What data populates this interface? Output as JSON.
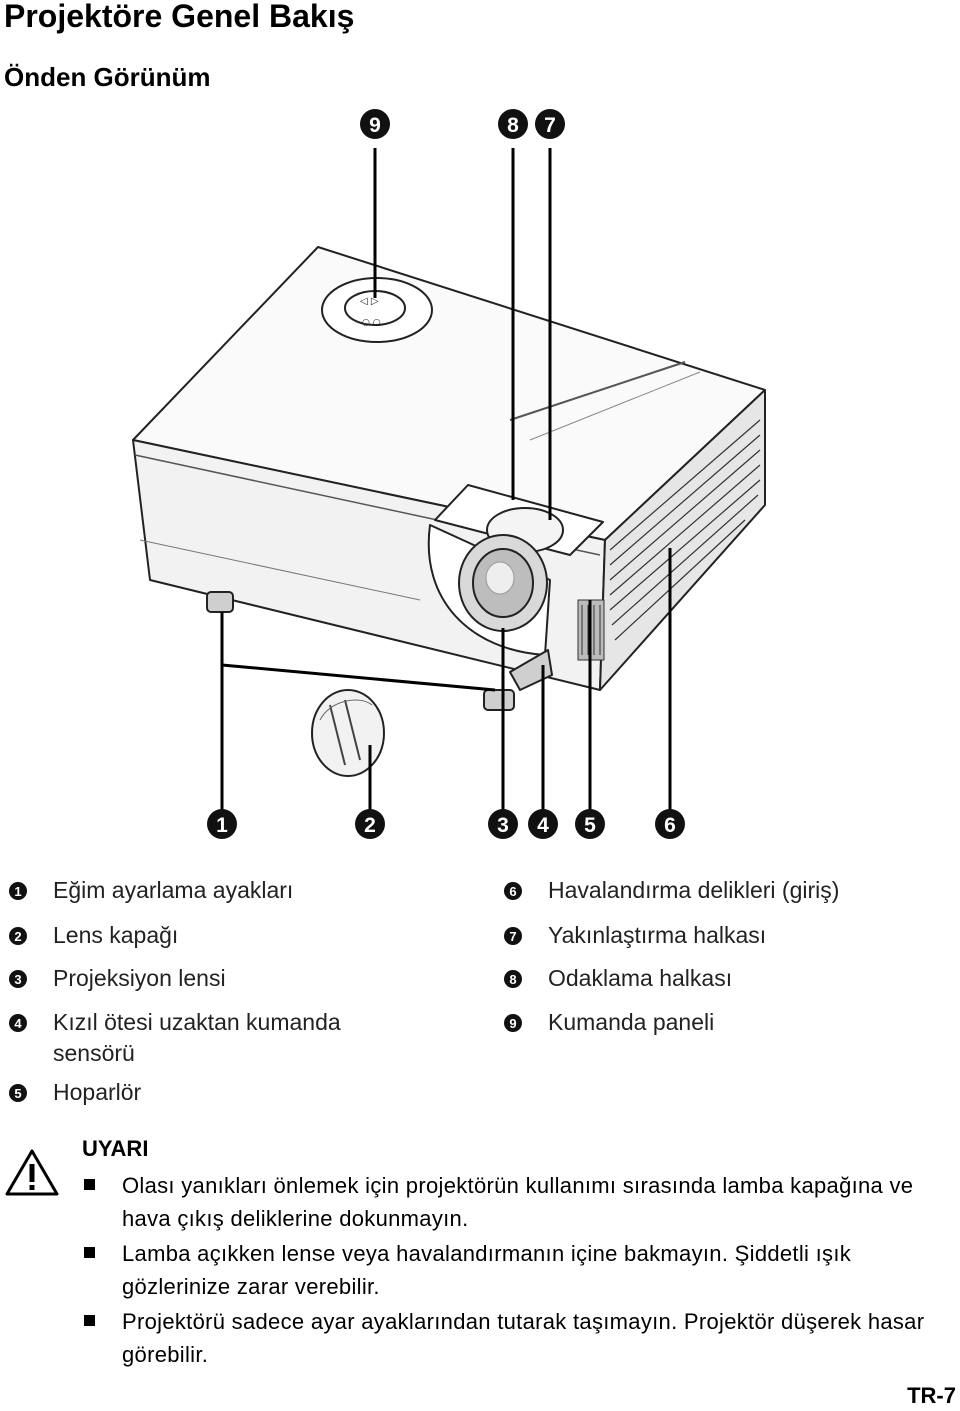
{
  "page": {
    "title": "Projektöre Genel Bakış",
    "subtitle": "Önden Görünüm",
    "page_number": "TR-7"
  },
  "callouts": [
    "1",
    "2",
    "3",
    "4",
    "5",
    "6",
    "7",
    "8",
    "9"
  ],
  "legend_left": [
    {
      "num": "1",
      "label": "Eğim ayarlama ayakları"
    },
    {
      "num": "2",
      "label": "Lens kapağı"
    },
    {
      "num": "3",
      "label": "Projeksiyon lensi"
    },
    {
      "num": "4",
      "label": "Kızıl ötesi uzaktan kumanda sensörü"
    },
    {
      "num": "5",
      "label": "Hoparlör"
    }
  ],
  "legend_right": [
    {
      "num": "6",
      "label": "Havalandırma delikleri (giriş)"
    },
    {
      "num": "7",
      "label": "Yakınlaştırma halkası"
    },
    {
      "num": "8",
      "label": "Odaklama halkası"
    },
    {
      "num": "9",
      "label": "Kumanda paneli"
    }
  ],
  "warning": {
    "heading": "UYARI",
    "items": [
      "Olası yanıkları önlemek için projektörün kullanımı sırasında lamba kapağına ve hava çıkış deliklerine dokunmayın.",
      "Lamba açıkken lense veya havalandırmanın içine bakmayın. Şiddetli ışık gözlerinize zarar verebilir.",
      "Projektörü sadece ayar ayaklarından tutarak taşımayın. Projektör düşerek hasar görebilir."
    ]
  }
}
